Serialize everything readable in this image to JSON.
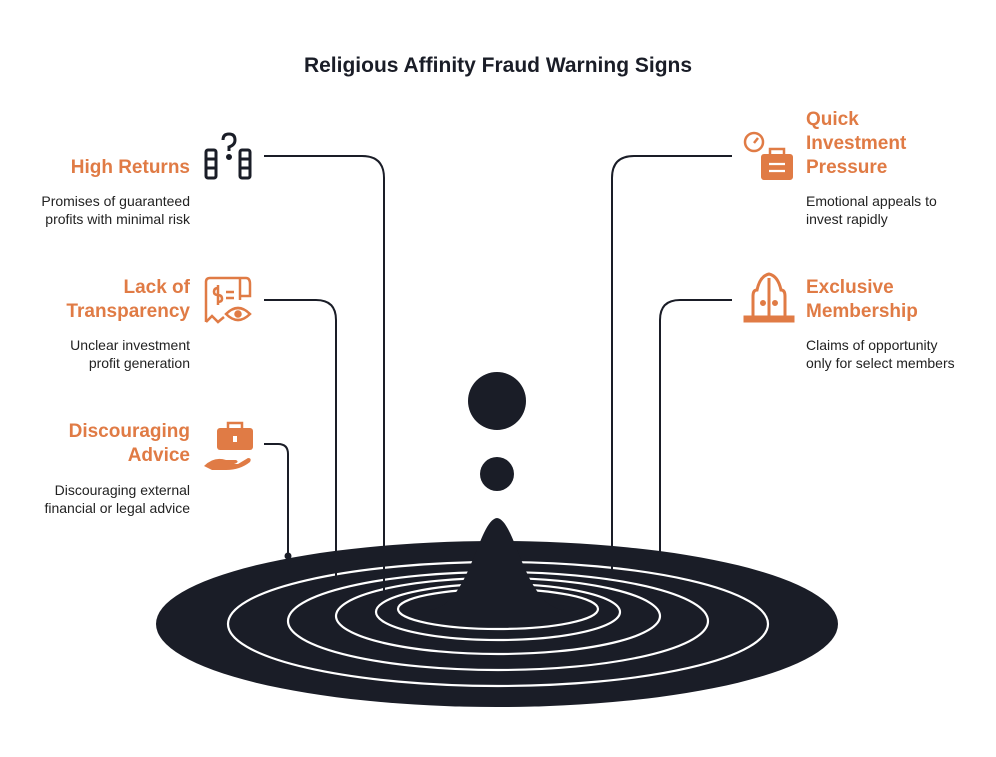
{
  "title": "Religious Affinity Fraud Warning Signs",
  "colors": {
    "accent": "#E07B45",
    "dark": "#1a1d27"
  },
  "items": [
    {
      "title": "High Returns",
      "desc_1": "Promises of guaranteed",
      "desc_2": "profits with minimal risk",
      "icon": "buildings-question-icon"
    },
    {
      "title_1": "Lack of",
      "title_2": "Transparency",
      "desc_1": "Unclear investment",
      "desc_2": "profit generation",
      "icon": "receipt-eye-icon"
    },
    {
      "title_1": "Discouraging",
      "title_2": "Advice",
      "desc_1": "Discouraging external",
      "desc_2": "financial or legal advice",
      "icon": "hand-briefcase-icon"
    },
    {
      "title_1": "Quick",
      "title_2": "Investment",
      "title_3": "Pressure",
      "desc_1": "Emotional appeals to",
      "desc_2": "invest rapidly",
      "icon": "clock-briefcase-icon"
    },
    {
      "title_1": "Exclusive",
      "title_2": "Membership",
      "desc_1": "Claims of opportunity",
      "desc_2": "only for select members",
      "icon": "temple-icon"
    }
  ]
}
